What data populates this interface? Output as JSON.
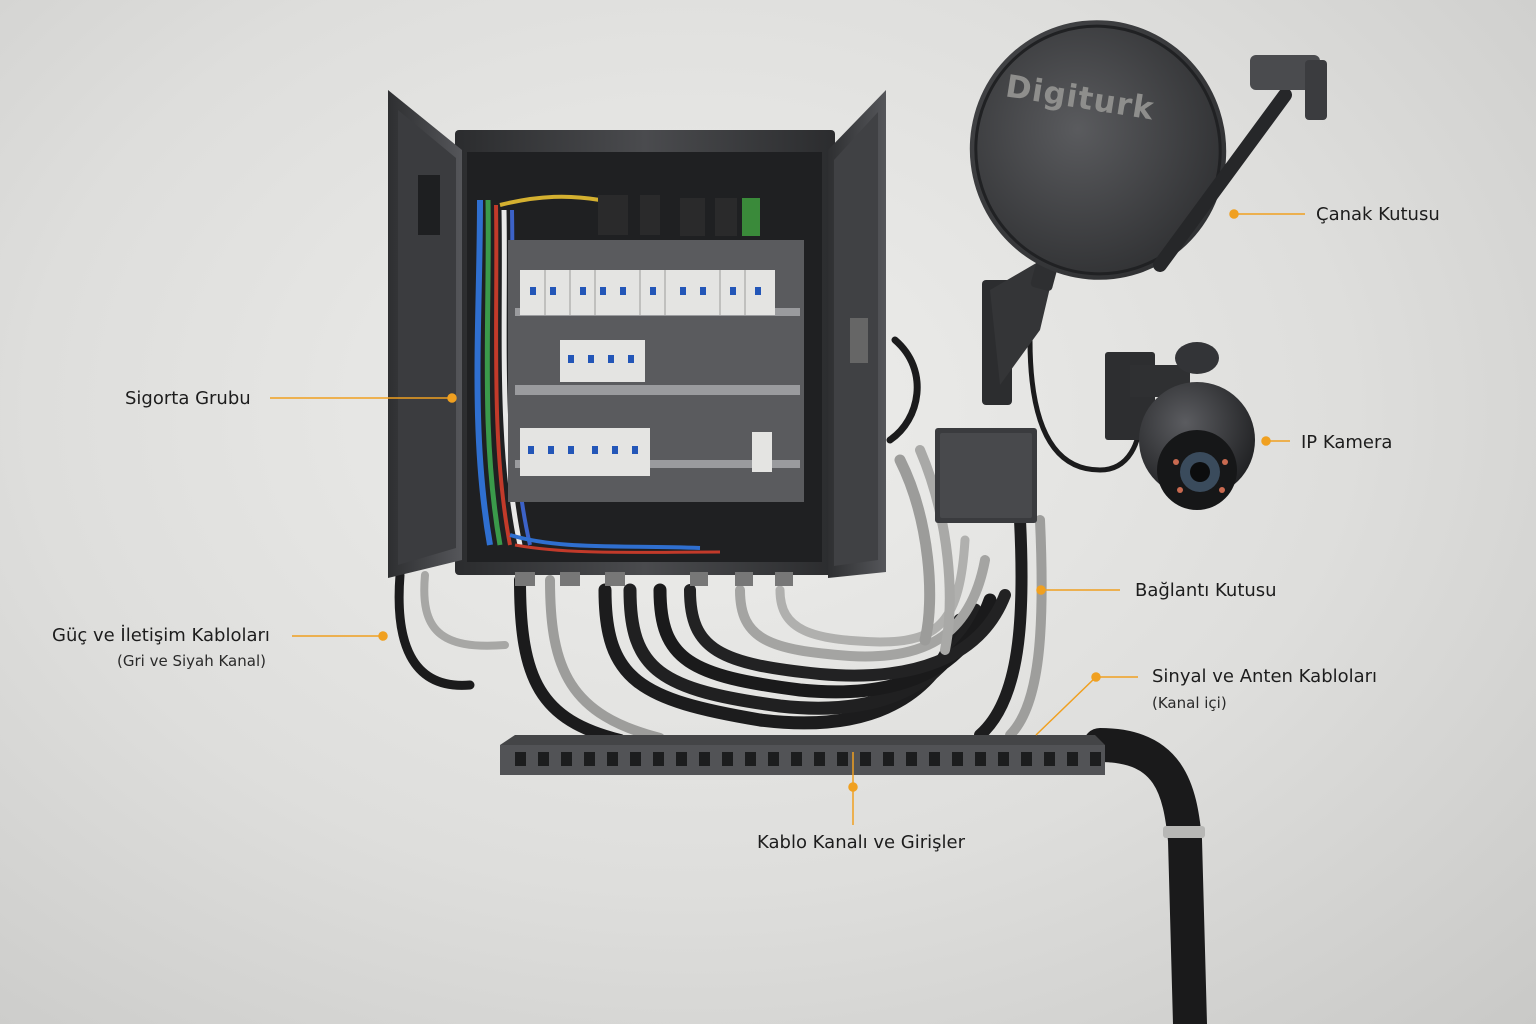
{
  "brand": {
    "dish_logo": "Digiturk"
  },
  "colors": {
    "accent": "#f0a020",
    "wall": "#e3e3e1",
    "metal": "#3a3b3d"
  },
  "labels": {
    "canak": "Çanak Kutusu",
    "sigorta": "Sigorta Grubu",
    "ip_kamera": "IP Kamera",
    "baglanti": "Bağlantı Kutusu",
    "guc_title": "Güç ve İletişim Kabloları",
    "guc_sub": "(Gri ve Siyah Kanal)",
    "sinyal_title": "Sinyal ve Anten Kabloları",
    "sinyal_sub": "(Kanal içi)",
    "kanal": "Kablo Kanalı ve Girişler"
  }
}
